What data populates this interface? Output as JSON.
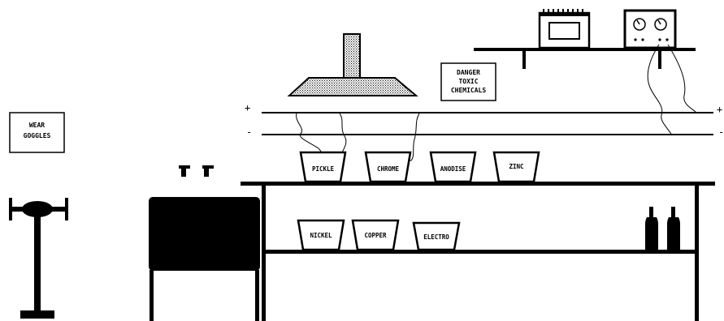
{
  "signs": {
    "goggles": [
      "WEAR",
      "GOGGLES"
    ],
    "danger": [
      "DANGER",
      "TOXIC",
      "CHEMICALS"
    ]
  },
  "rails": {
    "positive_left": "+",
    "positive_right": "+",
    "negative_left": "-",
    "negative_right": "-"
  },
  "tanks": {
    "upper": [
      "PICKLE",
      "CHROME",
      "ANODISE",
      "ZINC"
    ],
    "lower": [
      "NICKEL",
      "COPPER",
      "ELECTRO"
    ]
  },
  "colors": {
    "ink": "#000000",
    "background": "#ffffff"
  }
}
